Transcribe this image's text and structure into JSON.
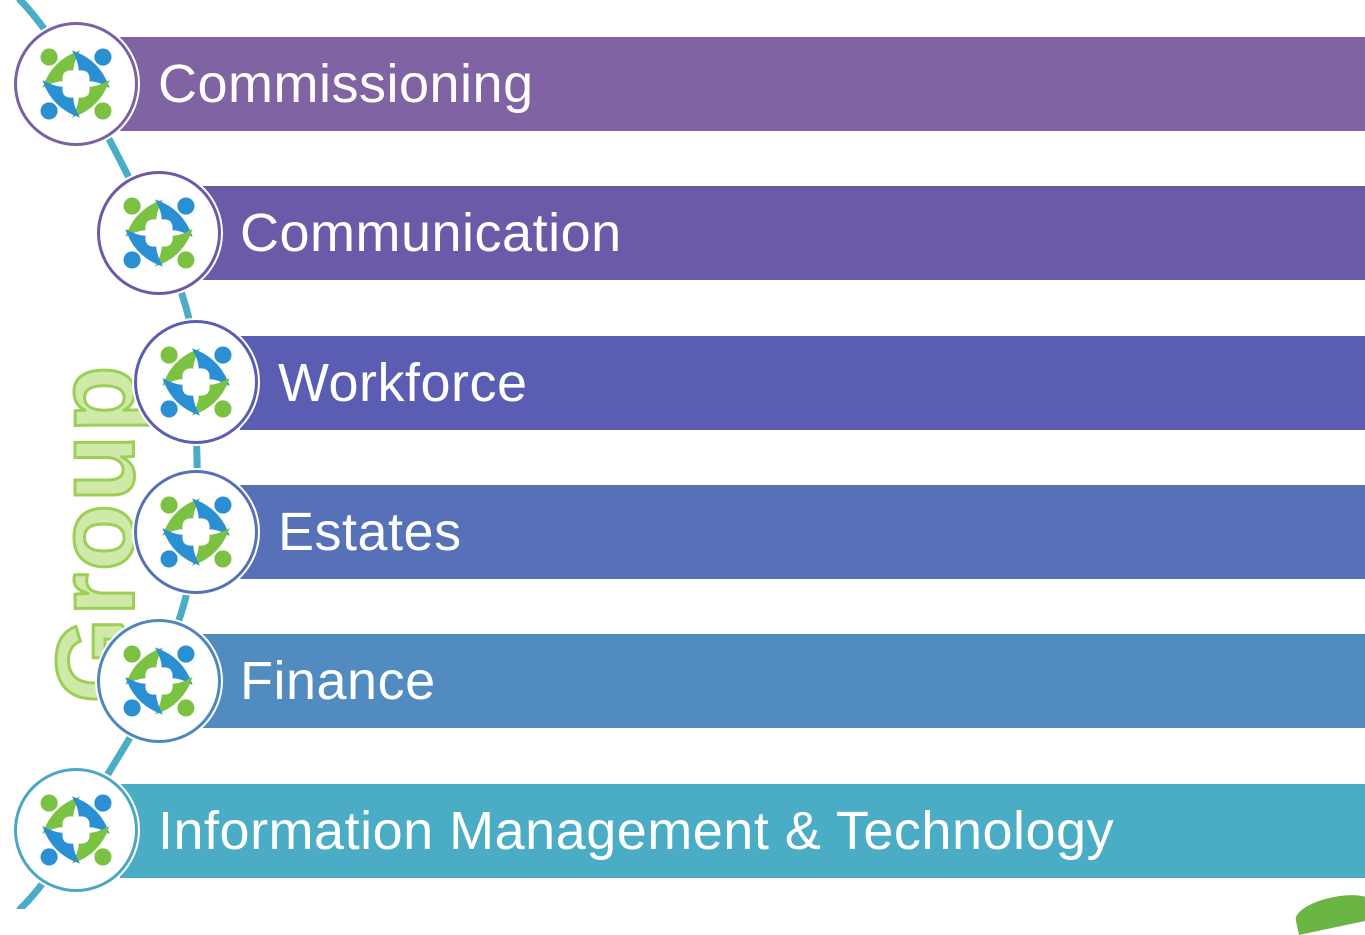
{
  "side_label": "Group",
  "items": [
    {
      "label": "Commissioning",
      "color": "#7f63a2"
    },
    {
      "label": "Communication",
      "color": "#6b5aa8"
    },
    {
      "label": "Workforce",
      "color": "#5a5db1"
    },
    {
      "label": "Estates",
      "color": "#5671b8"
    },
    {
      "label": "Finance",
      "color": "#528bc0"
    },
    {
      "label": "Information Management & Technology",
      "color": "#4bacc6"
    }
  ],
  "icon": "people-circle-icon",
  "colors": {
    "connector": "#4bacc6",
    "figure_green": "#7cc242",
    "figure_blue": "#2a8fd3",
    "side_label_fill": "#cfe9a8",
    "side_label_stroke": "#9bcf55"
  }
}
